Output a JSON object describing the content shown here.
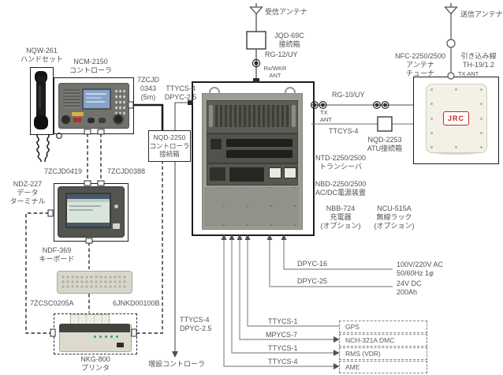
{
  "colors": {
    "line": "#5a5c5f",
    "cascade": "#8a8c8f",
    "accent_red": "#c8242a",
    "text": "#515256"
  },
  "antennas": {
    "rx": "受信アンテナ",
    "tx": "送信アンテナ"
  },
  "junction_boxes": {
    "jqd_model": "JQD-69C",
    "jqd_type": "接続箱",
    "nqd2253_model": "NQD-2253",
    "nqd2253_type": "ATU接続箱",
    "nqd2250_model": "NQD-2250",
    "nqd2250_type_l1": "コントローラ",
    "nqd2250_type_l2": "接続箱"
  },
  "ports": {
    "rx_ant_l1": "Rx/WKR",
    "rx_ant_l2": "ANT",
    "tx_ant_tuner": "TX ANT",
    "tx_l1": "TX",
    "tx_l2": "ANT"
  },
  "cables": {
    "rg12": "RG-12/UY",
    "rg10": "RG-10/UY",
    "ttcys4": "TTCYS-4",
    "c7zcjd0343_l1": "7ZCJD",
    "c7zcjd0343_l2": "0343",
    "c7zcjd0343_l3": "(5m)",
    "ttycs4_top_l1": "TTYCS-4",
    "ttycs4_top_l2": "DPYC-2.5",
    "c7zcjd0419": "7ZCJD0419",
    "c7zcjd0388": "7ZCJD0388",
    "c7zcsc0205a": "7ZCSC0205A",
    "c6jnkd00100b": "6JNKD00100B",
    "ttycs4_bottom_l1": "TTYCS-4",
    "ttycs4_bottom_l2": "DPYC-2.5",
    "dpyc16": "DPYC-16",
    "dpyc25": "DPYC-25",
    "ttycs1_gps": "TTYCS-1",
    "mpycs7": "MPYCS-7",
    "ttycs1_rms": "TTYCS-1",
    "ttycs4_ame": "TTYCS-4"
  },
  "devices": {
    "handset_model": "NQW-261",
    "handset_type": "ハンドセット",
    "controller_model": "NCM-2150",
    "controller_type": "コントローラ",
    "tuner_model": "NFC-2250/2500",
    "tuner_type_l1": "アンテナ",
    "tuner_type_l2": "チューナ",
    "leadin_l1": "引き込み線",
    "leadin_l2": "TH-19/1.2",
    "transceiver_model": "NTD-2250/2500",
    "transceiver_type": "トランシーバ",
    "psu_model": "NBD-2250/2500",
    "psu_type": "AC/DC電源装置",
    "charger_model": "NBB-724",
    "charger_type": "充電器",
    "charger_note": "(オプション)",
    "rack_model": "NCU-515A",
    "rack_type": "無線ラック",
    "rack_note": "(オプション)",
    "terminal_model": "NDZ-227",
    "terminal_type_l1": "データ",
    "terminal_type_l2": "ターミナル",
    "keyboard_model": "NDF-369",
    "keyboard_type": "キーボード",
    "printer_model": "NKG-800",
    "printer_type": "プリンタ"
  },
  "power": {
    "ac_l1": "100V/220V AC",
    "ac_l2": "50/60Hz 1φ",
    "dc_l1": "24V DC",
    "dc_l2": "200Ah"
  },
  "external_equipment": {
    "gps": "GPS",
    "dmc": "NCH-321A DMC",
    "rms": "RMS (VDR)",
    "ame": "AME"
  },
  "misc": {
    "ext_controller": "増設コントローラ",
    "jrc_logo": "JRC"
  }
}
